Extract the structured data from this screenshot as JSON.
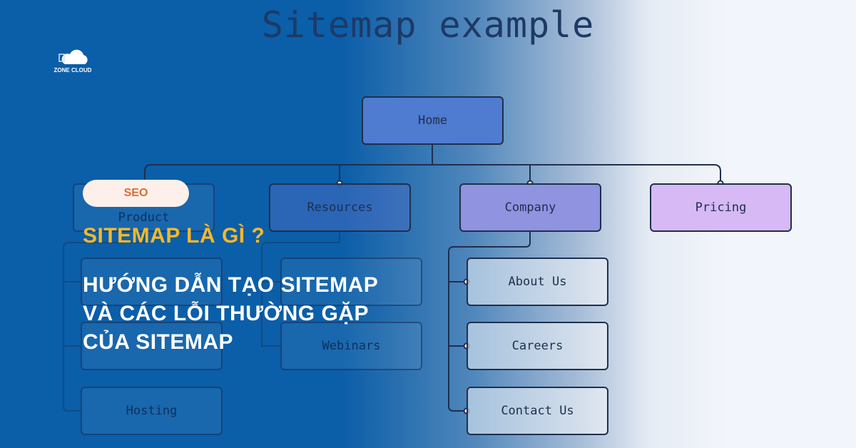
{
  "diagram": {
    "title": "Sitemap example",
    "root": "Home",
    "sections": [
      {
        "label": "Product",
        "children": [
          "",
          "",
          "Hosting"
        ]
      },
      {
        "label": "Resources",
        "children": [
          "",
          "Webinars"
        ]
      },
      {
        "label": "Company",
        "children": [
          "About Us",
          "Careers",
          "Contact Us"
        ]
      },
      {
        "label": "Pricing",
        "children": []
      }
    ]
  },
  "banner": {
    "logo_text": "ZONE CLOUD",
    "category_badge": "SEO",
    "headline": "SITEMAP LÀ GÌ ?",
    "subheadline_lines": [
      "HƯỚNG DẪN TẠO SITEMAP",
      "VÀ CÁC LỖI THƯỜNG GẶP",
      "CỦA SITEMAP"
    ]
  },
  "colors": {
    "background_blue": "#0b5ea8",
    "headline": "#f5b82a",
    "badge_text": "#e06a33",
    "home_node": "#4f7bd0",
    "company_node": "#8f93e0",
    "pricing_node": "#d6b9f5"
  }
}
